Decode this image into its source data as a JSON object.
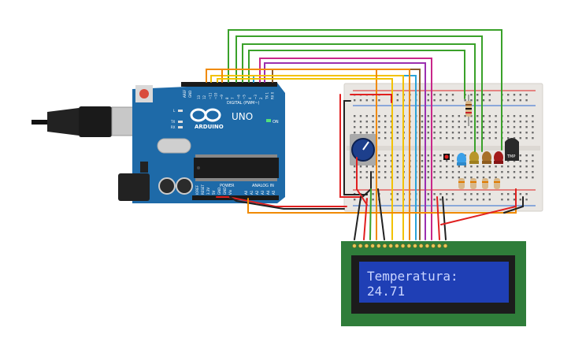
{
  "arduino": {
    "brand": "ARDUINO",
    "model": "UNO",
    "digital_label": "DIGITAL (PWM~)",
    "power_label": "POWER",
    "analog_label": "ANALOG IN",
    "on_label": "ON",
    "tx_label": "TX",
    "rx_label": "RX",
    "l_label": "L",
    "aref_label": "AREF",
    "gnd_label": "GND",
    "digital_pins": [
      "13",
      "12",
      "~11",
      "~10",
      "~9",
      "8",
      "7",
      "~6",
      "~5",
      "4",
      "~3",
      "2",
      "TX 1",
      "RX 0"
    ],
    "power_pins": [
      "IOREF",
      "RESET",
      "3.3V",
      "5V",
      "GND",
      "GND",
      "Vin"
    ],
    "analog_pins": [
      "A0",
      "A1",
      "A2",
      "A3",
      "A4",
      "A5"
    ]
  },
  "sensor": {
    "label": "TMP"
  },
  "lcd": {
    "line1": "Temperatura:",
    "line2": "24.71",
    "backlight_color": "#1f3fb5",
    "text_color": "#c9d4ff"
  },
  "colors": {
    "board": "#1e6aa8",
    "breadboard": "#e9e6e2",
    "pcb_green": "#2f7d3a",
    "wire_red": "#e02020",
    "wire_black": "#222222",
    "wire_green": "#3aa12a",
    "wire_orange": "#f08a00",
    "wire_yellow": "#f2c200",
    "wire_purple": "#9b2fb0",
    "wire_blue": "#2aa4d8",
    "wire_magenta": "#c8278a",
    "wire_brown": "#8a5a2b"
  }
}
